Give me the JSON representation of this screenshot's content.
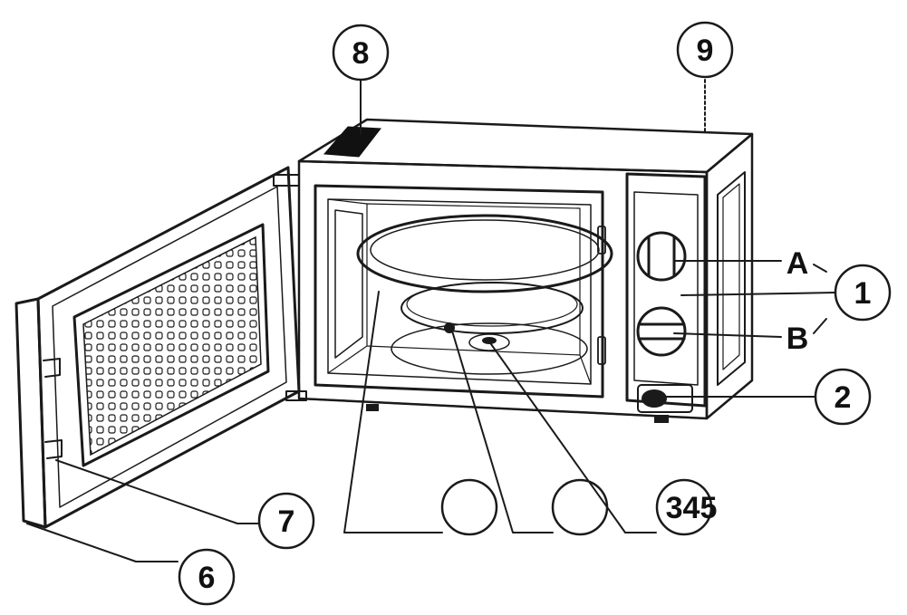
{
  "callouts": {
    "c1": "1",
    "c2": "2",
    "c345": "345",
    "c6": "6",
    "c7": "7",
    "c8": "8",
    "c9": "9",
    "cA": "A",
    "cB": "B",
    "blank_left": "",
    "blank_mid": ""
  },
  "colors": {
    "line": "#1a1a1a",
    "background": "#ffffff"
  }
}
